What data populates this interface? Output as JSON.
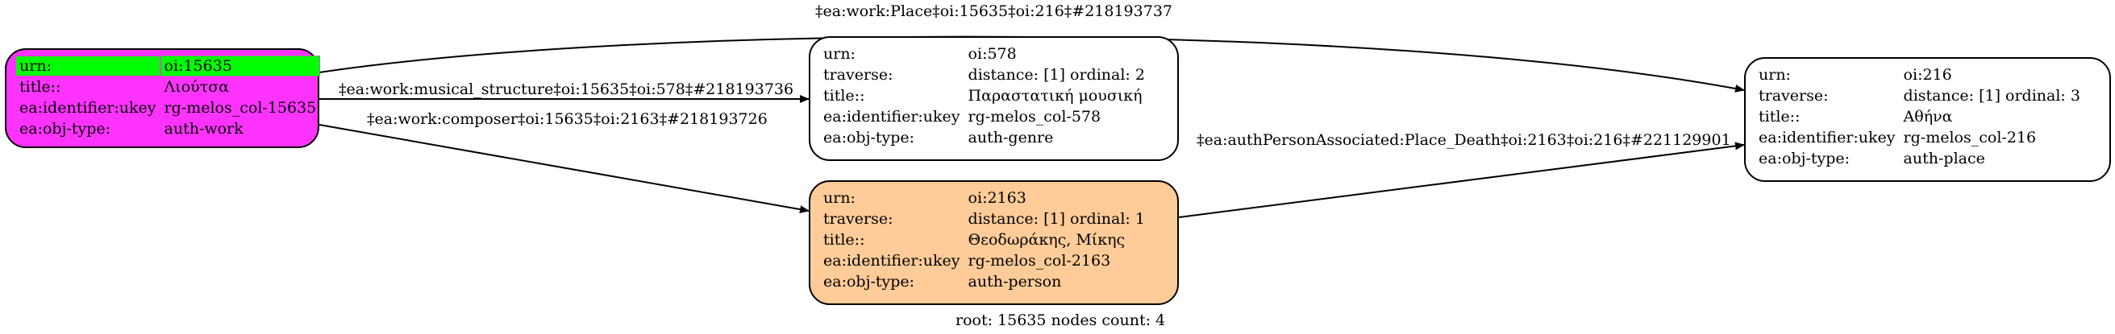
{
  "nodes": {
    "work": {
      "rows": [
        {
          "key": "urn:",
          "value": "oi:15635"
        },
        {
          "key": "title::",
          "value": "Λιούτσα"
        },
        {
          "key": "ea:identifier:ukey",
          "value": "rg-melos_col-15635"
        },
        {
          "key": "ea:obj-type:",
          "value": "auth-work"
        }
      ],
      "fill": "#ff33ff",
      "highlight": "#00ff00"
    },
    "genre": {
      "urn": {
        "key": "urn:",
        "value": "oi:578"
      },
      "traverse": {
        "key": "traverse:",
        "distance": "distance: [1]",
        "ordinal": "ordinal: 2"
      },
      "title": {
        "key": "title::",
        "value": "Παραστατική μουσική"
      },
      "ukey": {
        "key": "ea:identifier:ukey",
        "value": "rg-melos_col-578"
      },
      "objtype": {
        "key": "ea:obj-type:",
        "value": "auth-genre"
      }
    },
    "person": {
      "urn": {
        "key": "urn:",
        "value": "oi:2163"
      },
      "traverse": {
        "key": "traverse:",
        "distance": "distance: [1]",
        "ordinal": "ordinal: 1"
      },
      "title": {
        "key": "title::",
        "value": "Θεοδωράκης, Μίκης"
      },
      "ukey": {
        "key": "ea:identifier:ukey",
        "value": "rg-melos_col-2163"
      },
      "objtype": {
        "key": "ea:obj-type:",
        "value": "auth-person"
      },
      "fill": "#ffcc99"
    },
    "place": {
      "urn": {
        "key": "urn:",
        "value": "oi:216"
      },
      "traverse": {
        "key": "traverse:",
        "distance": "distance: [1]",
        "ordinal": "ordinal: 3"
      },
      "title": {
        "key": "title::",
        "value": "Αθήνα"
      },
      "ukey": {
        "key": "ea:identifier:ukey",
        "value": "rg-melos_col-216"
      },
      "objtype": {
        "key": "ea:obj-type:",
        "value": "auth-place"
      }
    }
  },
  "edges": {
    "work_place": "‡ea:work:Place‡oi:15635‡oi:216‡#218193737",
    "work_genre": "‡ea:work:musical_structure‡oi:15635‡oi:578‡#218193736",
    "work_person": "‡ea:work:composer‡oi:15635‡oi:2163‡#218193726",
    "person_place": "‡ea:authPersonAssociated:Place_Death‡oi:2163‡oi:216‡#221129901"
  },
  "footer": "root: 15635 nodes count: 4"
}
